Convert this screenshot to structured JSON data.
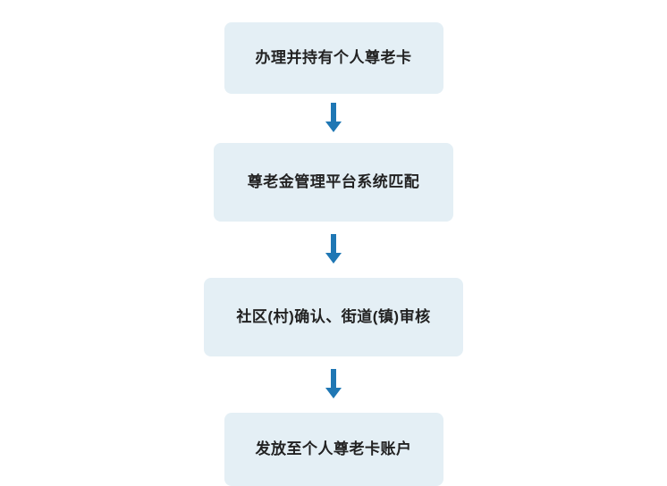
{
  "flowchart": {
    "type": "vertical-flow",
    "orientation": "top-to-bottom",
    "accent_color": "#1f77b4",
    "node_fill": "#e4eff5",
    "text_color": "#222222",
    "background": "#ffffff",
    "nodes": [
      {
        "id": "step-1",
        "label": "办理并持有个人尊老卡"
      },
      {
        "id": "step-2",
        "label": "尊老金管理平台系统匹配"
      },
      {
        "id": "step-3",
        "label": "社区(村)确认、街道(镇)审核"
      },
      {
        "id": "step-4",
        "label": "发放至个人尊老卡账户"
      }
    ],
    "connectors": [
      {
        "id": "arrow-1",
        "icon": "arrow-down-icon",
        "from": "step-1",
        "to": "step-2"
      },
      {
        "id": "arrow-2",
        "icon": "arrow-down-icon",
        "from": "step-2",
        "to": "step-3"
      },
      {
        "id": "arrow-3",
        "icon": "arrow-down-icon",
        "from": "step-3",
        "to": "step-4"
      }
    ]
  }
}
